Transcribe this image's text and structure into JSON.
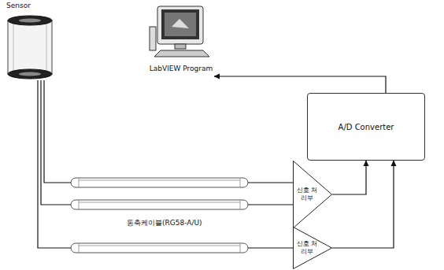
{
  "diagram": {
    "nodes": [
      {
        "text": [
          "Sensor"
        ]
      },
      {
        "text": [
          "LabVIEW Program"
        ]
      },
      {
        "text": [
          "A/D Converter"
        ]
      },
      {
        "text": [
          "신호 처리부"
        ]
      },
      {
        "text": [
          "신호 처리부"
        ]
      }
    ],
    "edges": [
      {
        "from": 2,
        "to": 1,
        "arrow": "to"
      },
      {
        "from": 0,
        "to": 3,
        "arrow": "none"
      },
      {
        "from": 0,
        "to": 3,
        "arrow": "none"
      },
      {
        "from": 0,
        "to": 4,
        "arrow": "none"
      },
      {
        "from": 3,
        "to": 2,
        "arrow": "to"
      },
      {
        "from": 4,
        "to": 2,
        "arrow": "to"
      }
    ],
    "labels": [
      "동축케이블(RG58-A/U)"
    ]
  }
}
